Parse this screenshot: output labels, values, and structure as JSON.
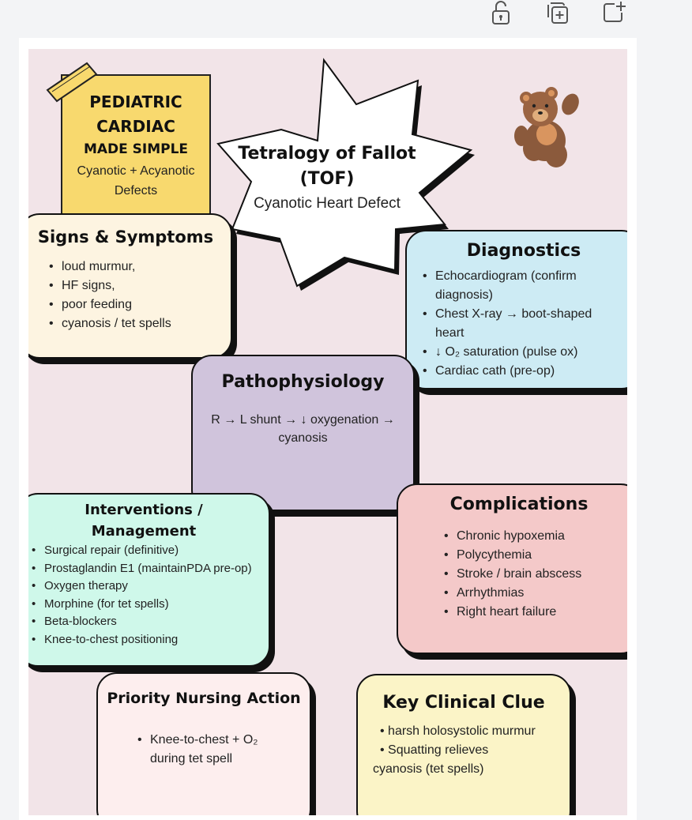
{
  "toolbar": {
    "icons": [
      "unlock-icon",
      "duplicate-icon",
      "add-page-icon"
    ]
  },
  "sticky": {
    "line1": "PEDIATRIC",
    "line2": "CARDIAC",
    "line3": "MADE SIMPLE",
    "line4": "Cyanotic + Acyanotic",
    "line5": "Defects"
  },
  "title": {
    "line1": "Tetralogy of Fallot",
    "line2": "(TOF)",
    "subtitle": "Cyanotic Heart Defect"
  },
  "signs": {
    "heading": "Signs & Symptoms",
    "items": [
      "loud murmur,",
      "HF signs,",
      "poor feeding",
      "cyanosis / tet spells"
    ]
  },
  "diagnostics": {
    "heading": "Diagnostics",
    "items": [
      "Echocardiogram (confirm diagnosis)",
      "Chest X-ray → boot-shaped heart",
      "↓ O₂ saturation (pulse ox)",
      "Cardiac cath (pre-op)"
    ]
  },
  "patho": {
    "heading": "Pathophysiology",
    "text": "R → L shunt → ↓ oxygenation → cyanosis"
  },
  "interventions": {
    "heading_line1": "Interventions /",
    "heading_line2": "Management",
    "items": [
      "Surgical repair (definitive)",
      "Prostaglandin E1 (maintainPDA pre-op)",
      "Oxygen therapy",
      "Morphine (for tet spells)",
      "Beta-blockers",
      "Knee-to-chest positioning"
    ]
  },
  "complications": {
    "heading": "Complications",
    "items": [
      "Chronic hypoxemia",
      "Polycythemia",
      "Stroke / brain abscess",
      "Arrhythmias",
      "Right heart failure"
    ]
  },
  "priority": {
    "heading": "Priority Nursing Action",
    "items": [
      "Knee-to-chest + O₂ during tet spell"
    ]
  },
  "clue": {
    "heading": "Key Clinical Clue",
    "line1": "• harsh holosystolic murmur",
    "line2": "• Squatting relieves",
    "line3": "cyanosis (tet spells)"
  },
  "colors": {
    "canvas": "#f2e4e8",
    "sticky": "#f8d96e",
    "signs": "#fdf4e1",
    "diagnostics": "#cdebf4",
    "patho": "#d0c4dc",
    "interventions": "#cff8ea",
    "complications": "#f4c9c9",
    "priority": "#fdeeee",
    "clue": "#fbf4c7"
  }
}
